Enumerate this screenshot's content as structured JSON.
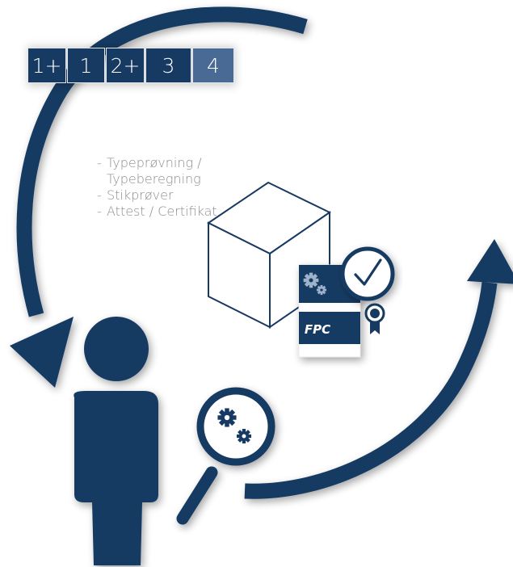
{
  "levels": [
    {
      "label": "1+",
      "color": "#173a63"
    },
    {
      "label": "1",
      "color": "#173a63"
    },
    {
      "label": "2+",
      "color": "#173a63"
    },
    {
      "label": "3",
      "color": "#173a63"
    },
    {
      "label": "4",
      "color": "#4a6a96"
    }
  ],
  "bullets": [
    {
      "dash": "-",
      "text": "Typeprøvning / Typeberegning"
    },
    {
      "dash": "-",
      "text": "Stikprøver"
    },
    {
      "dash": "-",
      "text": "Attest / Certifikat"
    }
  ],
  "certificate": {
    "label": "FPC"
  },
  "colors": {
    "navy": "#173a63",
    "navy_light": "#4a6a96",
    "grey_text": "#8a8d92"
  },
  "icons": [
    "gear-icon",
    "checkmark-icon",
    "award-ribbon-icon",
    "magnifier-icon",
    "person-icon",
    "box-icon",
    "cycle-arrow-icon"
  ]
}
